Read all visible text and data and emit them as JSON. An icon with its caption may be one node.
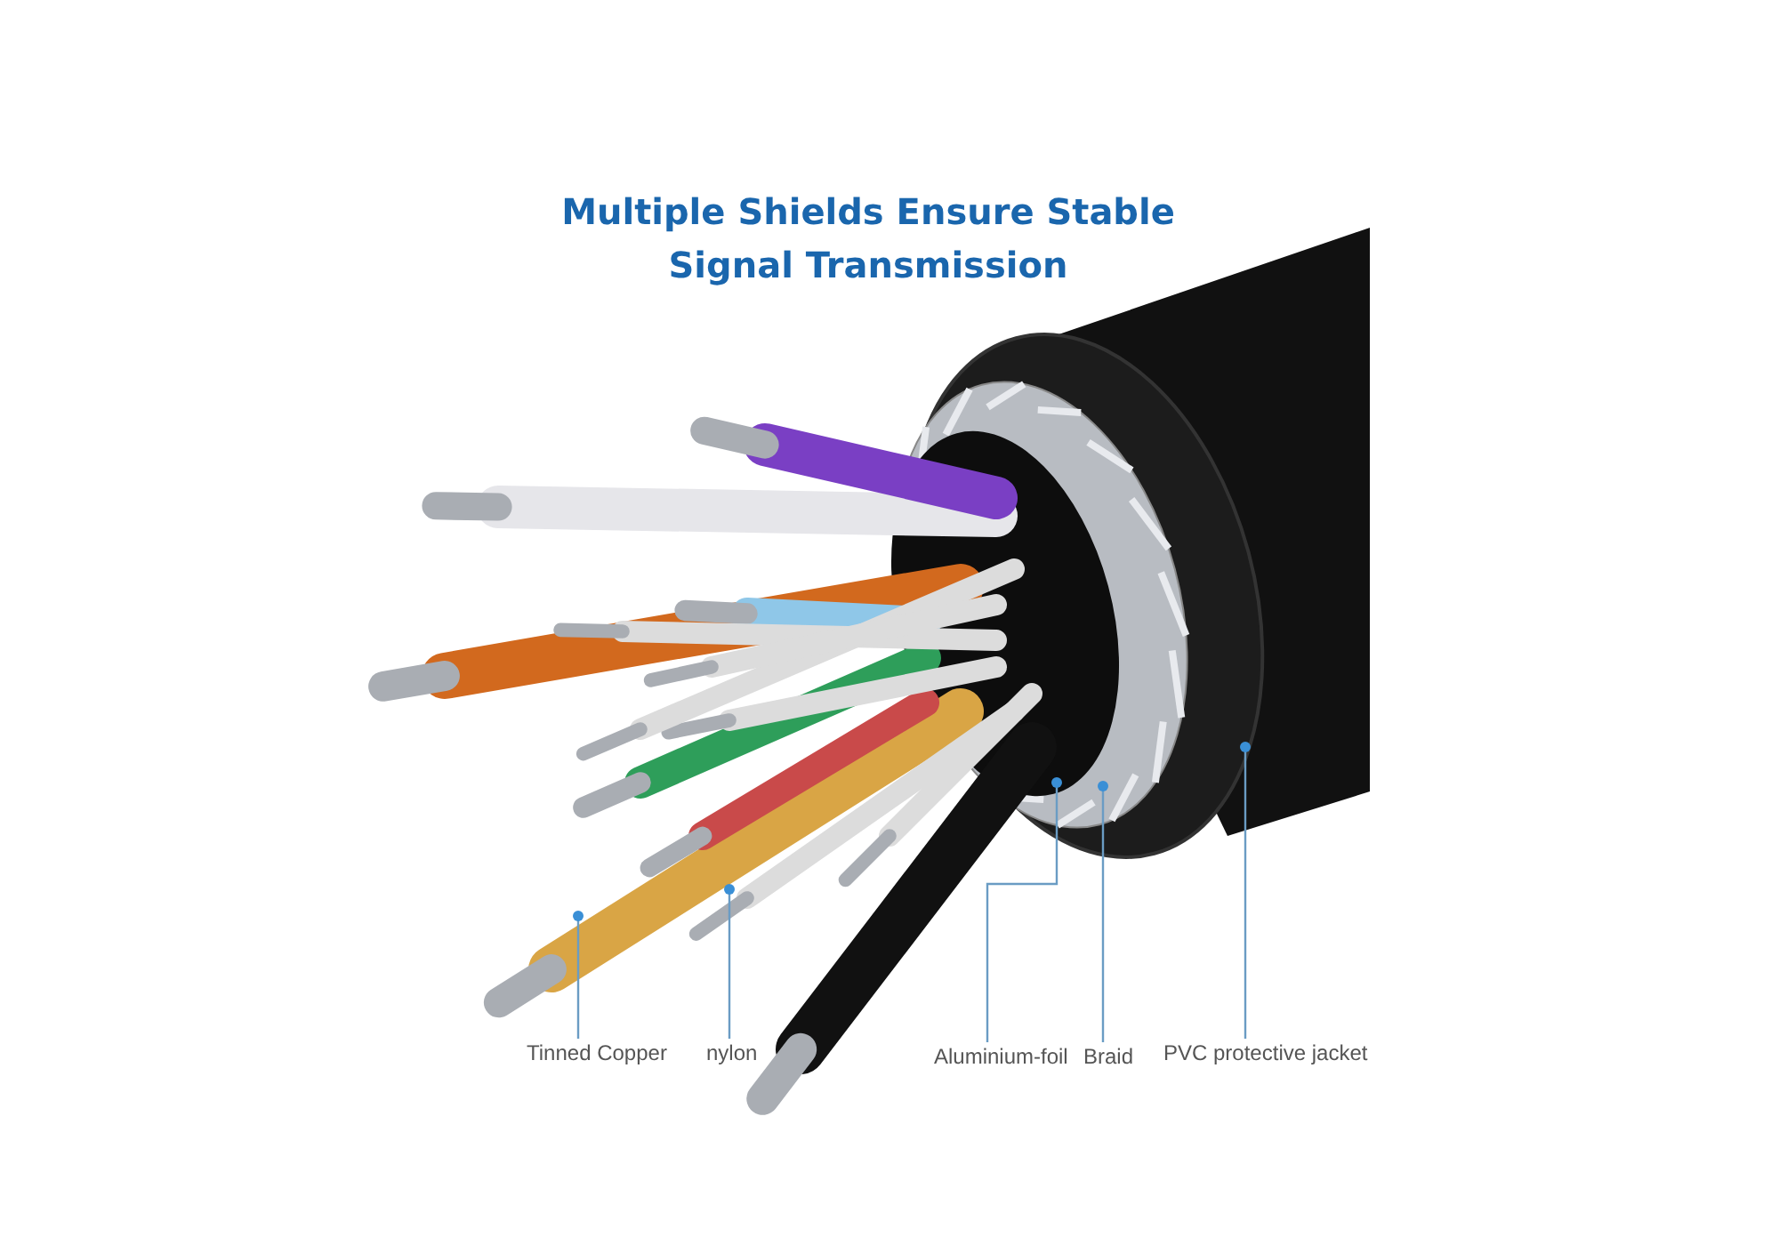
{
  "diagram": {
    "title": "Multiple Shields Ensure Stable Signal Transmission",
    "nodes": [
      {
        "text": [
          "Tinned Copper"
        ]
      },
      {
        "text": [
          "nylon"
        ]
      },
      {
        "text": [
          "Aluminium-foil"
        ]
      },
      {
        "text": [
          "Braid"
        ]
      },
      {
        "text": [
          "PVC protective jacket"
        ]
      }
    ],
    "edges": [
      {
        "from": 0,
        "to": null,
        "arrow": "other"
      },
      {
        "from": 1,
        "to": null,
        "arrow": "other"
      },
      {
        "from": 2,
        "to": null,
        "arrow": "other"
      },
      {
        "from": 3,
        "to": null,
        "arrow": "other"
      },
      {
        "from": 4,
        "to": null,
        "arrow": "other"
      }
    ]
  }
}
